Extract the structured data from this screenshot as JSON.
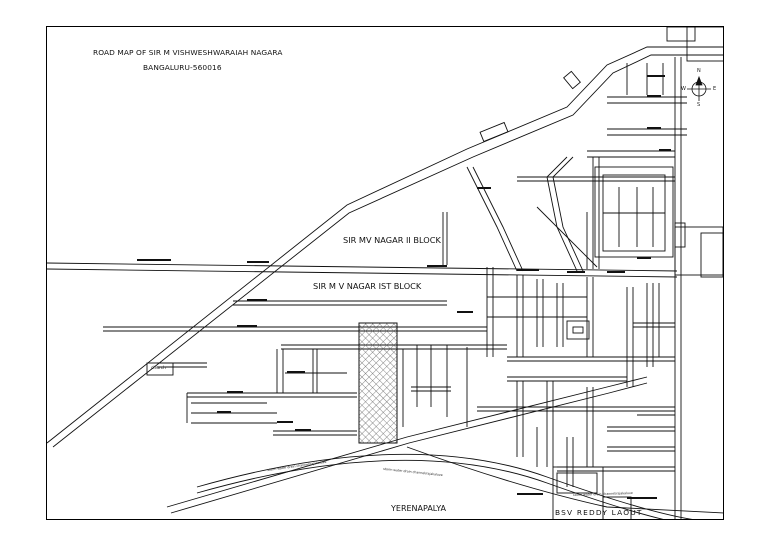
{
  "map": {
    "title_line1": "ROAD MAP OF SIR M VISHWESHWARAIAH NAGARA",
    "title_line2": "BANGALURU-560016",
    "block2_label": "SIR MV NAGAR II BLOCK",
    "block1_label": "SIR M V NAGAR IST BLOCK",
    "area_yerenapalya": "YERENAPALYA",
    "area_bsv": "BSV REDDY LAOUT",
    "church_label": "church",
    "drain_label": "storm water drain channel/rajakaluve"
  },
  "compass": {
    "n": "N",
    "s": "S",
    "e": "E",
    "w": "W"
  },
  "colors": {
    "ink": "#111111",
    "hatch": "#555555",
    "background": "#ffffff"
  }
}
